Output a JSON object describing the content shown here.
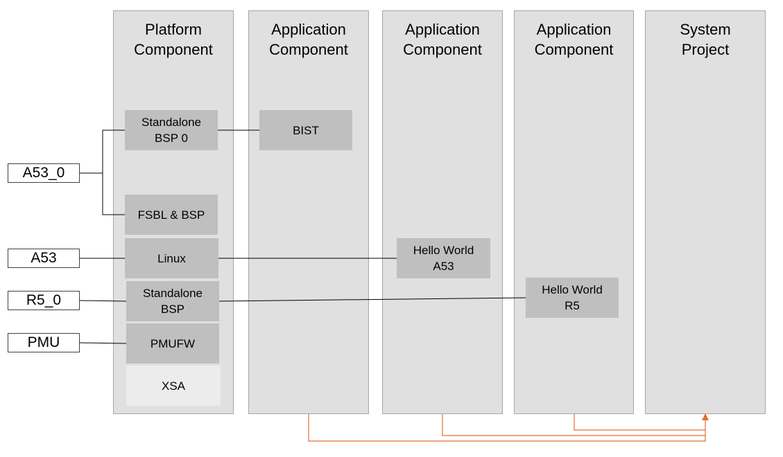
{
  "columns": [
    {
      "title": "Platform\nComponent"
    },
    {
      "title": "Application\nComponent"
    },
    {
      "title": "Application\nComponent"
    },
    {
      "title": "Application\nComponent"
    },
    {
      "title": "System\nProject"
    }
  ],
  "platform_boxes": {
    "standalone_bsp0": "Standalone\nBSP 0",
    "fsbl_bsp": "FSBL & BSP",
    "linux": "Linux",
    "standalone_bsp": "Standalone\nBSP",
    "pmufw": "PMUFW",
    "xsa": "XSA"
  },
  "app_boxes": {
    "bist": "BIST",
    "hello_a53": "Hello World\nA53",
    "hello_r5": "Hello World\nR5"
  },
  "processors": {
    "a53_0": "A53_0",
    "a53": "A53",
    "r5_0": "R5_0",
    "pmu": "PMU"
  },
  "colors": {
    "column_fill": "#e0e0e0",
    "box_fill": "#bfbfbf",
    "xsa_fill": "#ececec",
    "arrow": "#e07030"
  }
}
